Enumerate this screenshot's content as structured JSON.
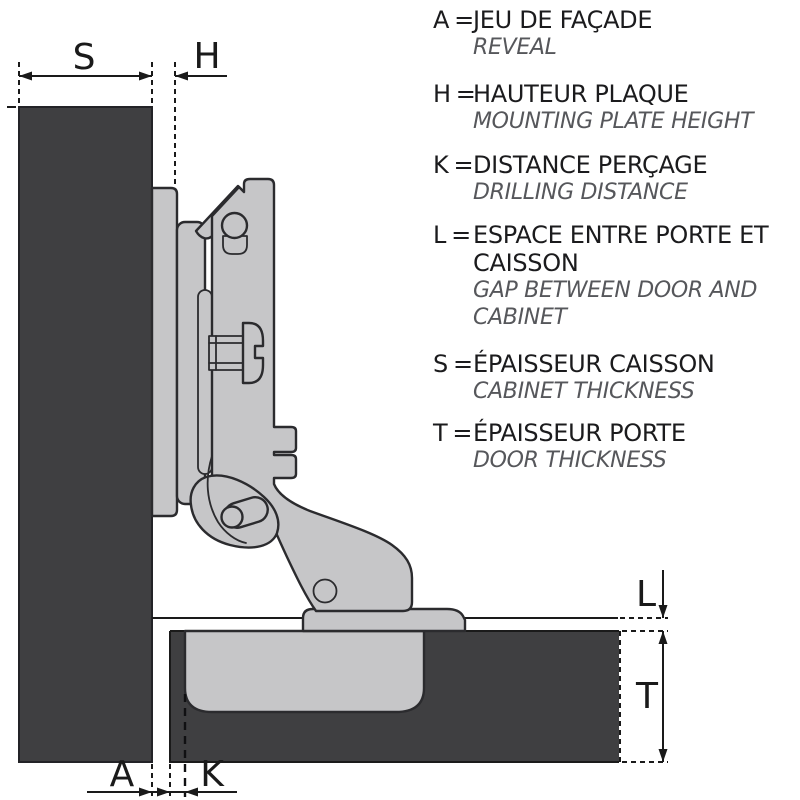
{
  "legend": {
    "eq": "=",
    "entries": [
      {
        "letter": "A",
        "term": "JEU DE FAÇADE",
        "translation": "REVEAL"
      },
      {
        "letter": "H",
        "term": "HAUTEUR PLAQUE",
        "translation": "MOUNTING PLATE HEIGHT"
      },
      {
        "letter": "K",
        "term": "DISTANCE PERÇAGE",
        "translation": "DRILLING DISTANCE"
      },
      {
        "letter": "L",
        "term": "ESPACE ENTRE PORTE ET\nCAISSON",
        "translation": "GAP BETWEEN DOOR AND\nCABINET"
      },
      {
        "letter": "S",
        "term": "ÉPAISSEUR CAISSON",
        "translation": "CABINET THICKNESS"
      },
      {
        "letter": "T",
        "term": "ÉPAISSEUR PORTE",
        "translation": "DOOR THICKNESS"
      }
    ]
  },
  "diagram": {
    "labels": {
      "s": "S",
      "h": "H",
      "a": "A",
      "k": "K",
      "l": "L",
      "t": "T"
    },
    "colors": {
      "panel_dark": "#3f3f41",
      "hinge_gray": "#c6c6c8",
      "outline": "#2b2b2e",
      "dimension": "#1a1a1a",
      "background": "#ffffff",
      "text_primary": "#1b1b1d",
      "text_secondary": "#56575b"
    }
  }
}
